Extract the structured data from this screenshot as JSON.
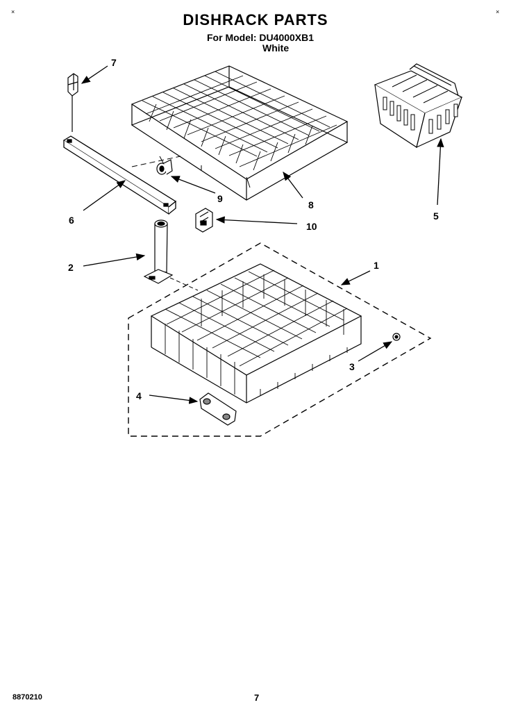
{
  "header": {
    "title": "DISHRACK PARTS",
    "model_line": "For Model: DU4000XB1",
    "color_line": "White"
  },
  "footer": {
    "code": "8870210",
    "page_number": "7"
  },
  "callouts": {
    "c1": "1",
    "c2": "2",
    "c3": "3",
    "c4": "4",
    "c5": "5",
    "c6": "6",
    "c7": "7",
    "c8": "8",
    "c9": "9",
    "c10": "10"
  }
}
